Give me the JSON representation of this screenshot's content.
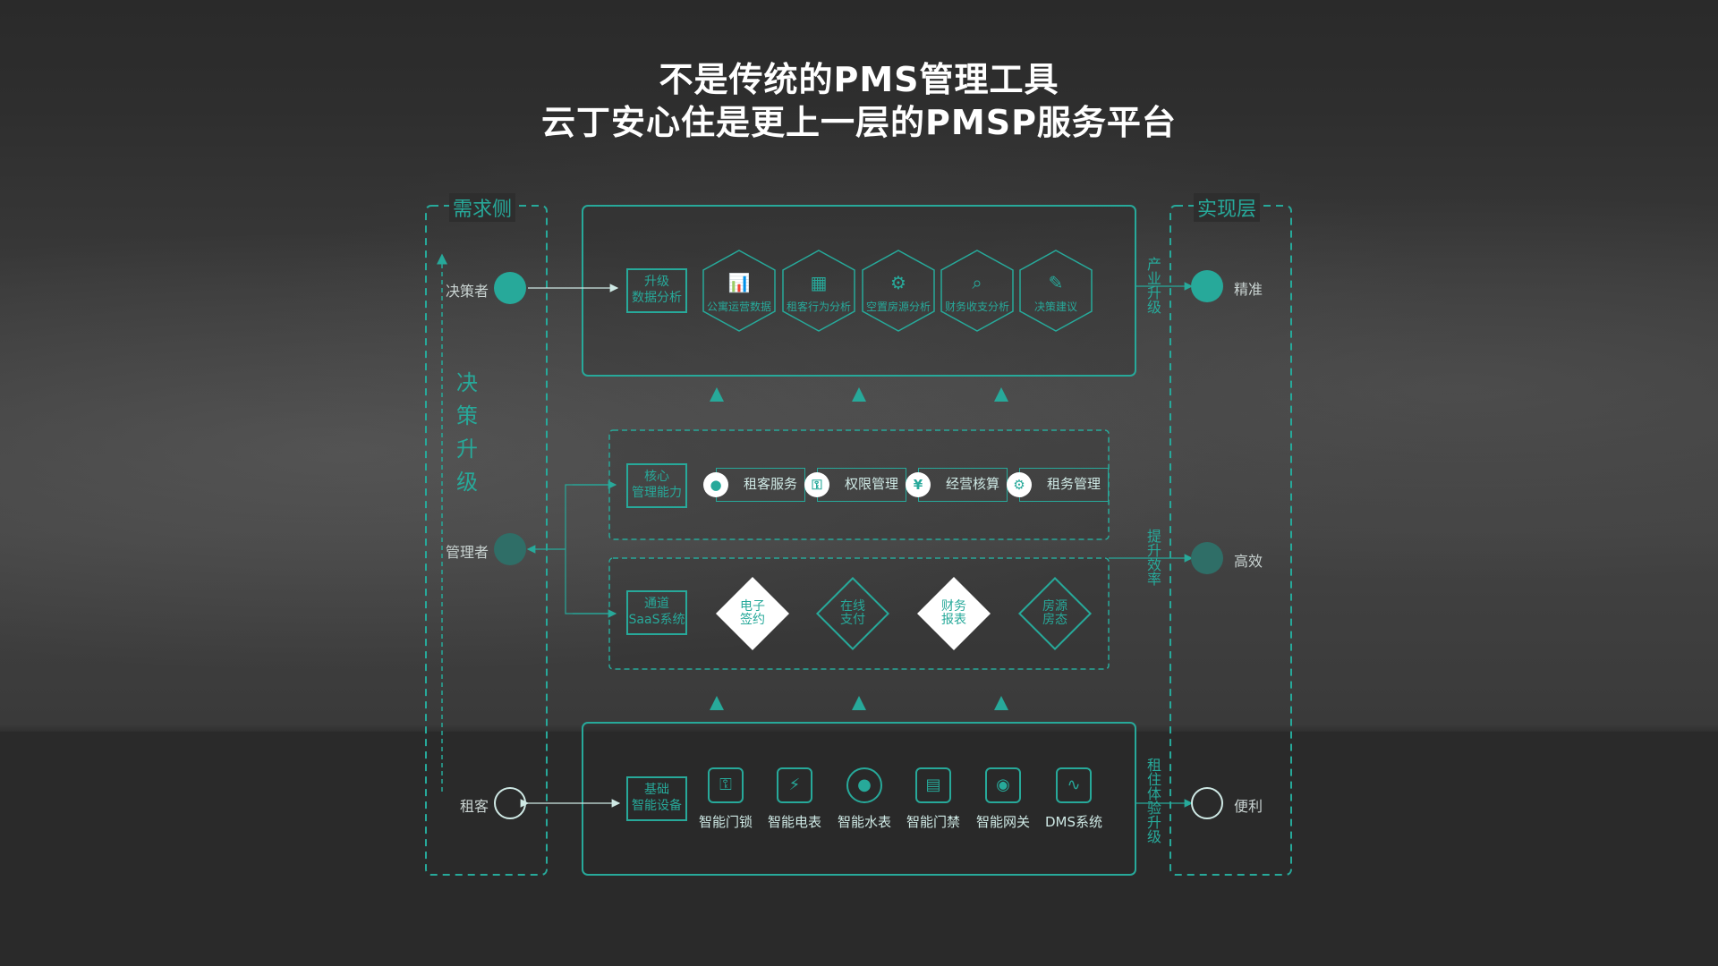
{
  "title": {
    "line1": "不是传统的PMS管理工具",
    "line2": "云丁安心住是更上一层的PMSP服务平台"
  },
  "colors": {
    "accent": "#27a99a",
    "background": "#2b2b2b",
    "text": "#ffffff"
  },
  "left_panel": {
    "header": "需求侧",
    "vertical": [
      "决",
      "策",
      "升",
      "级"
    ],
    "roles": {
      "top": "决策者",
      "middle": "管理者",
      "bottom": "租客"
    }
  },
  "right_panel": {
    "header": "实现层",
    "results": {
      "top": "精准",
      "middle": "高效",
      "bottom": "便利"
    },
    "vertical_top": [
      "产",
      "业",
      "升",
      "级"
    ],
    "vertical_middle": [
      "提",
      "升",
      "效",
      "率"
    ],
    "vertical_bottom": [
      "租",
      "住",
      "体",
      "验",
      "升",
      "级"
    ]
  },
  "top_block": {
    "label_line1": "升级",
    "label_line2": "数据分析",
    "items": [
      {
        "text": "公寓运营数据",
        "icon": "chart-board-icon"
      },
      {
        "text": "租客行为分析",
        "icon": "person-chart-icon"
      },
      {
        "text": "空置房源分析",
        "icon": "gear-person-icon"
      },
      {
        "text": "财务收支分析",
        "icon": "magnifier-chart-icon"
      },
      {
        "text": "决策建议",
        "icon": "edit-document-icon"
      }
    ]
  },
  "core_block": {
    "label_line1": "核心",
    "label_line2": "管理能力",
    "items": [
      {
        "text": "租客服务",
        "icon": "user-icon"
      },
      {
        "text": "权限管理",
        "icon": "key-icon"
      },
      {
        "text": "经营核算",
        "icon": "yen-icon"
      },
      {
        "text": "租务管理",
        "icon": "gear-icon"
      }
    ]
  },
  "saas_block": {
    "label_line1": "通道",
    "label_line2": "SaaS系统",
    "items": [
      {
        "line1": "电子",
        "line2": "签约",
        "style": "solid"
      },
      {
        "line1": "在线",
        "line2": "支付",
        "style": "outline"
      },
      {
        "line1": "财务",
        "line2": "报表",
        "style": "solid"
      },
      {
        "line1": "房源",
        "line2": "房态",
        "style": "outline"
      }
    ]
  },
  "device_block": {
    "label_line1": "基础",
    "label_line2": "智能设备",
    "items": [
      {
        "text": "智能门锁",
        "icon": "door-lock-icon"
      },
      {
        "text": "智能电表",
        "icon": "electric-meter-icon"
      },
      {
        "text": "智能水表",
        "icon": "water-meter-icon"
      },
      {
        "text": "智能门禁",
        "icon": "access-control-icon"
      },
      {
        "text": "智能网关",
        "icon": "gateway-icon"
      },
      {
        "text": "DMS系统",
        "icon": "monitor-icon"
      }
    ]
  }
}
